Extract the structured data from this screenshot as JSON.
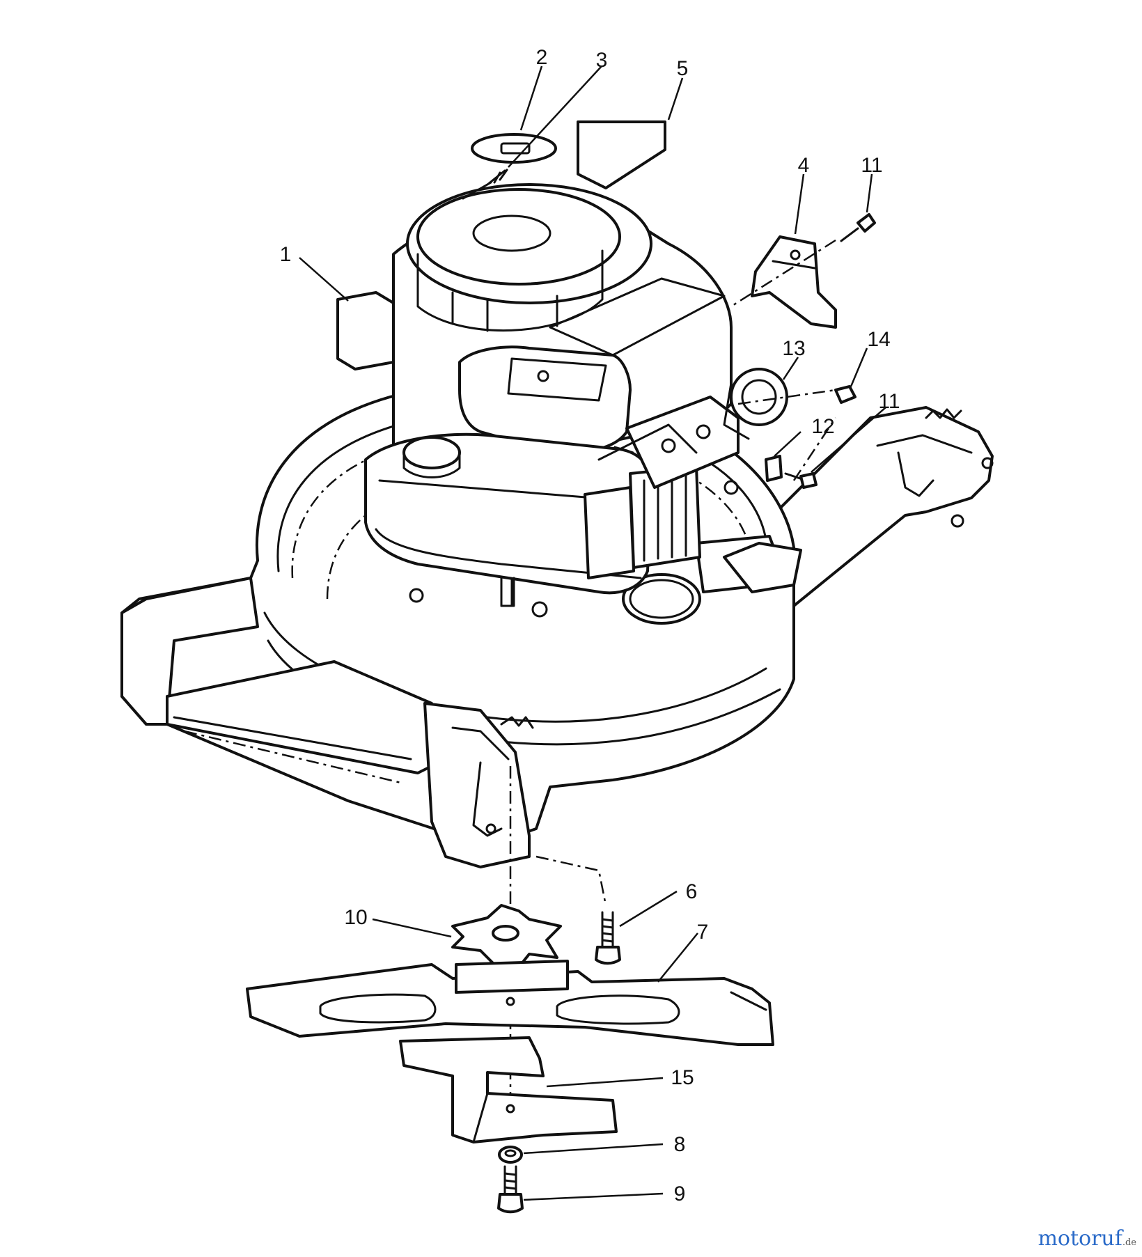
{
  "diagram": {
    "callouts": [
      {
        "id": "c1",
        "label": "1"
      },
      {
        "id": "c2",
        "label": "2"
      },
      {
        "id": "c3",
        "label": "3"
      },
      {
        "id": "c4",
        "label": "4"
      },
      {
        "id": "c5",
        "label": "5"
      },
      {
        "id": "c6",
        "label": "6"
      },
      {
        "id": "c7",
        "label": "7"
      },
      {
        "id": "c8",
        "label": "8"
      },
      {
        "id": "c9",
        "label": "9"
      },
      {
        "id": "c10",
        "label": "10"
      },
      {
        "id": "c11a",
        "label": "11"
      },
      {
        "id": "c11b",
        "label": "11"
      },
      {
        "id": "c12",
        "label": "12"
      },
      {
        "id": "c13",
        "label": "13"
      },
      {
        "id": "c14",
        "label": "14"
      },
      {
        "id": "c15",
        "label": "15"
      }
    ]
  },
  "watermark": {
    "brand": "motoruf",
    "tld": ".de"
  }
}
